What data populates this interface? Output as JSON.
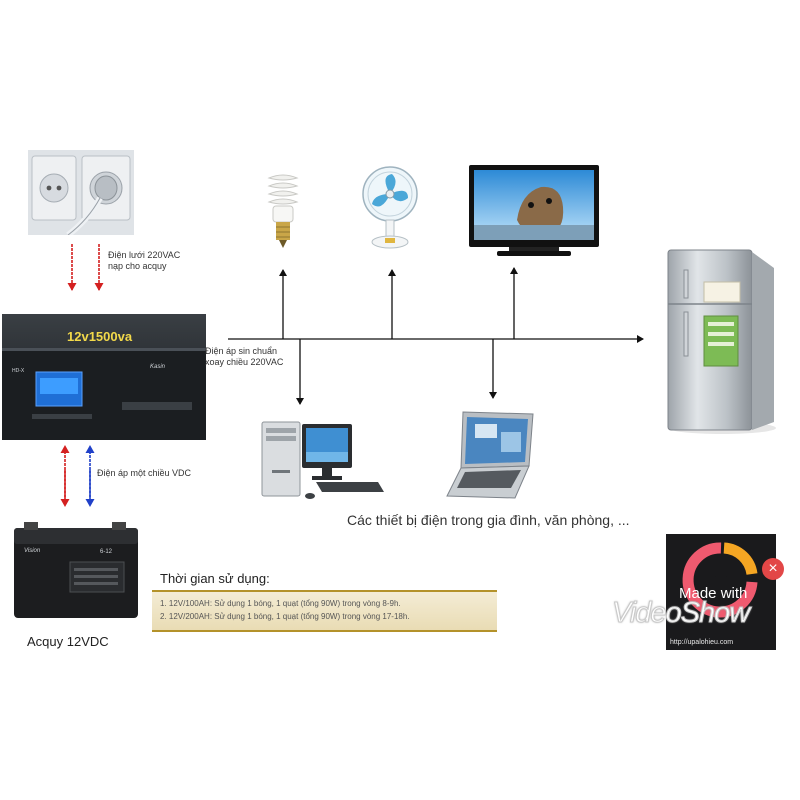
{
  "labels": {
    "grid_power": [
      "Điện lưới 220VAC",
      "nạp cho acquy"
    ],
    "sine_ac": [
      "Điện áp sin chuẩn",
      "xoay chiều 220VAC"
    ],
    "dc_voltage": "Điện áp một chiều VDC",
    "devices_caption": "Các thiết bị điện trong gia đình, văn phòng, ...",
    "battery_caption": "Acquy 12VDC"
  },
  "inverter": {
    "model_label": "12v1500va",
    "brand_text": "Kasin",
    "badge_text": "HD-X"
  },
  "battery": {
    "brand_text": "Vision",
    "model_text": "6-12"
  },
  "usage": {
    "title": "Thời gian sử dụng:",
    "rows": [
      "1. 12V/100AH: Sử dụng 1 bóng, 1 quạt (tổng 90W) trong vòng 8-9h.",
      "2. 12V/200AH: Sử dụng 1 bóng, 1 quạt (tổng 90W) trong vòng 17-18h."
    ]
  },
  "watermark": {
    "line1": "Made with",
    "line2": "VideoShow",
    "url": "http://upalohieu.com",
    "close_glyph": "×"
  },
  "colors": {
    "arrow_red": "#d42020",
    "arrow_blue": "#2040c8",
    "line_black": "#111111",
    "panel_gold": "#b4922a"
  }
}
